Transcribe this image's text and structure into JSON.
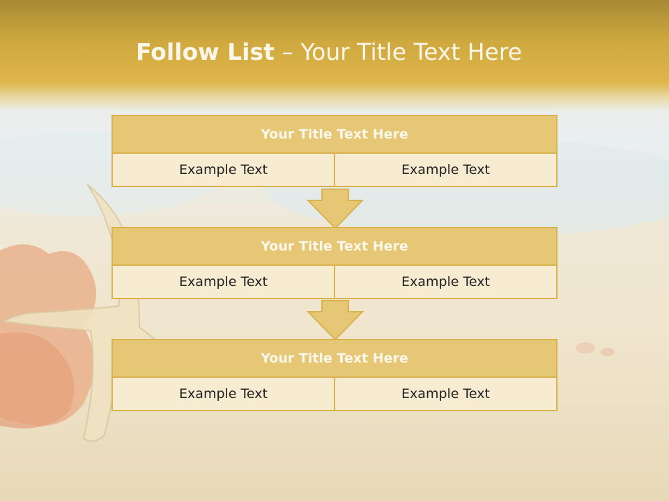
{
  "slide": {
    "title_bold": "Follow List",
    "title_rest": "– Your Title Text Here"
  },
  "steps": [
    {
      "title": "Your Title Text Here",
      "left": "Example Text",
      "right": "Example Text"
    },
    {
      "title": "Your Title Text Here",
      "left": "Example Text",
      "right": "Example Text"
    },
    {
      "title": "Your Title Text Here",
      "left": "Example Text",
      "right": "Example Text"
    }
  ],
  "colors": {
    "accent": "#d9b24e",
    "header_fill": "#e6c775",
    "cell_fill": "#f7ecd2"
  }
}
